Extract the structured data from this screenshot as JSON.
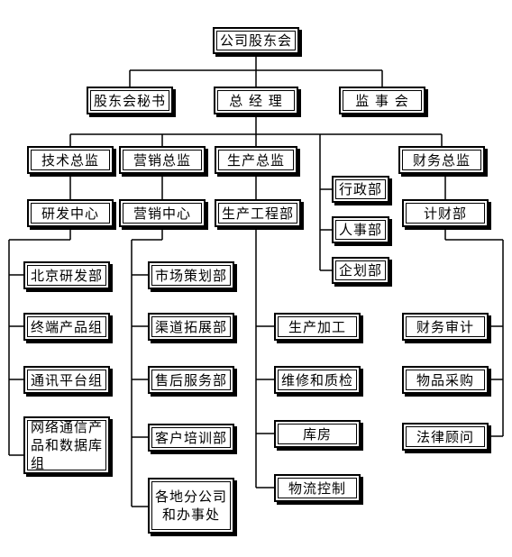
{
  "org": {
    "root": "公司股东会",
    "secretary": "股东会秘书",
    "gm": "总 经 理",
    "supervisors": "监 事 会",
    "tech_director": "技术总监",
    "marketing_director": "营销总监",
    "production_director": "生产总监",
    "finance_director": "财务总监",
    "rd_center": "研发中心",
    "marketing_center": "营销中心",
    "production_eng": "生产工程部",
    "finance_dept": "计财部",
    "admin": "行政部",
    "hr": "人事部",
    "planning": "企划部",
    "beijing_rd": "北京研发部",
    "terminal_products": "终端产品组",
    "comm_platform": "通讯平台组",
    "network_comm": "网络通信产品和数据库组",
    "market_planning": "市场策划部",
    "channel_dev": "渠道拓展部",
    "after_sales": "售后服务部",
    "customer_training": "客户培训部",
    "branches": "各地分公司和办事处",
    "production_processing": "生产加工",
    "maintenance_qc": "维修和质检",
    "warehouse": "库房",
    "logistics": "物流控制",
    "audit": "财务审计",
    "procurement": "物品采购",
    "legal": "法律顾问"
  }
}
